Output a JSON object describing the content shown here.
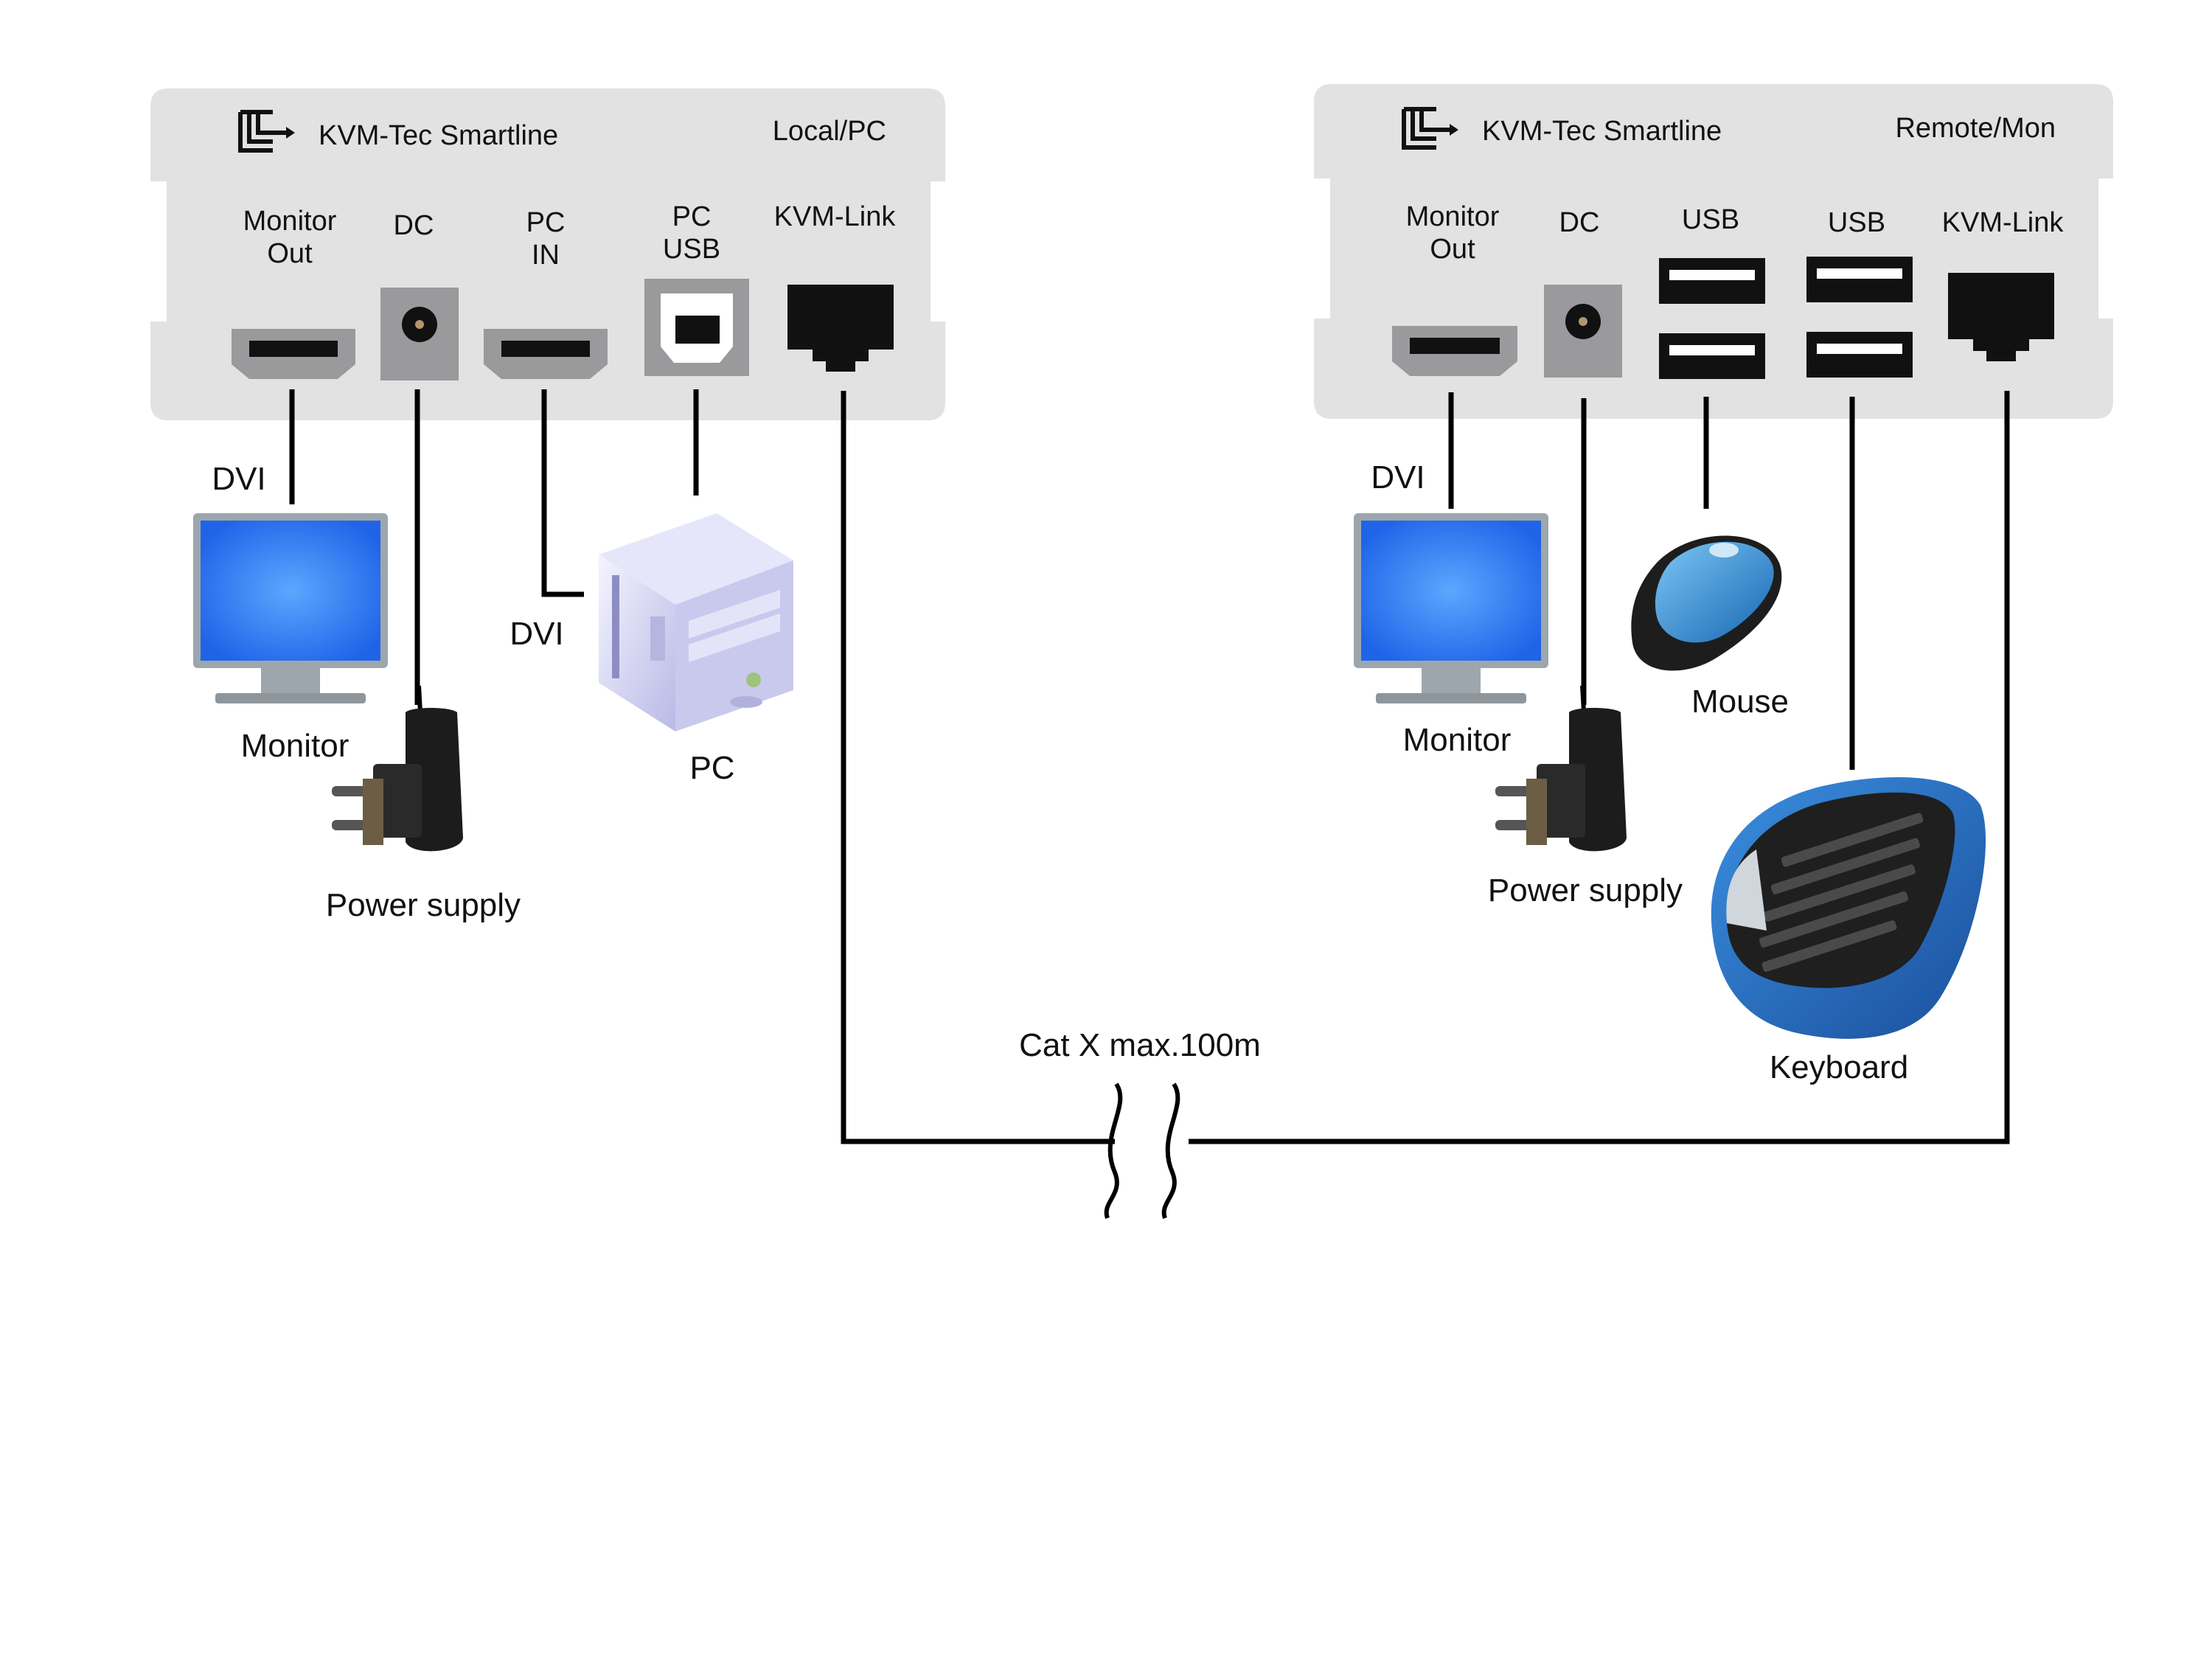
{
  "colors": {
    "panel": "#e2e2e3",
    "port": "#9a9a9c",
    "connector": "#111111",
    "screen": "#2f7ff7",
    "bezel": "#9ea6ad",
    "device_blue": "#2f86e6"
  },
  "icons": {
    "brand_logo": "kvm-tec-logo",
    "monitor": "monitor-icon",
    "pc": "pc-tower-icon",
    "power_supply": "power-adapter-icon",
    "mouse": "mouse-icon",
    "keyboard": "keyboard-icon"
  },
  "local": {
    "brand": "KVM-Tec Smartline",
    "mode": "Local/PC",
    "ports": [
      {
        "line1": "Monitor",
        "line2": "Out"
      },
      {
        "line1": "DC",
        "line2": ""
      },
      {
        "line1": "PC",
        "line2": "IN"
      },
      {
        "line1": "PC",
        "line2": "USB"
      },
      {
        "line1": "KVM-Link",
        "line2": ""
      }
    ],
    "dvi_monitor": "DVI",
    "dvi_pc": "DVI",
    "monitor": "Monitor",
    "power": "Power supply",
    "pc": "PC"
  },
  "remote": {
    "brand": "KVM-Tec Smartline",
    "mode": "Remote/Mon",
    "ports": [
      {
        "line1": "Monitor",
        "line2": "Out"
      },
      {
        "line1": "DC",
        "line2": ""
      },
      {
        "line1": "USB",
        "line2": ""
      },
      {
        "line1": "USB",
        "line2": ""
      },
      {
        "line1": "KVM-Link",
        "line2": ""
      }
    ],
    "dvi_monitor": "DVI",
    "monitor": "Monitor",
    "power": "Power supply",
    "mouse": "Mouse",
    "keyboard": "Keyboard"
  },
  "cable": {
    "label": "Cat X max.100m"
  }
}
